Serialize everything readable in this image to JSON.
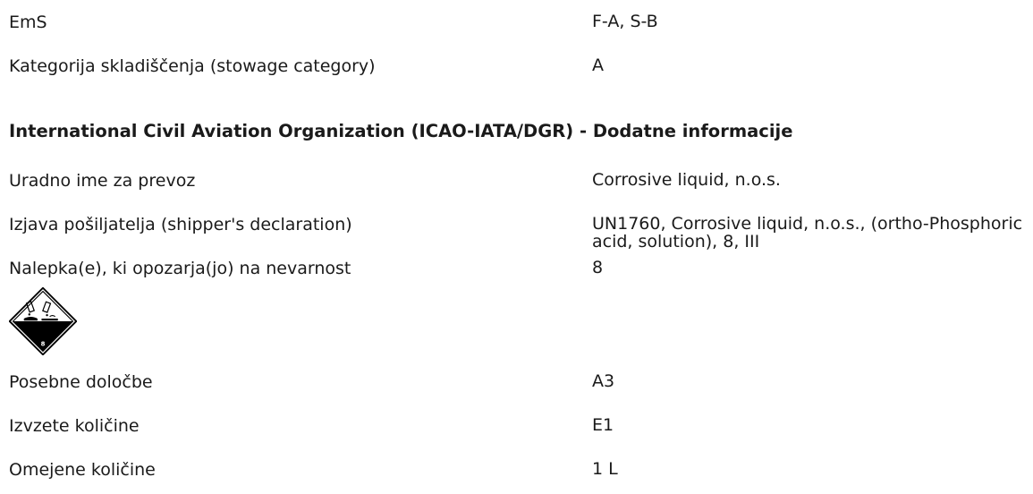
{
  "sea": {
    "ems": {
      "label": "EmS",
      "value": "F-A, S-B"
    },
    "stowage": {
      "label": "Kategorija skladiščenja (stowage category)",
      "value": "A"
    }
  },
  "air": {
    "heading": "International Civil Aviation Organization (ICAO-IATA/DGR) - Dodatne informacije",
    "shipping_name": {
      "label": "Uradno ime za prevoz",
      "value": "Corrosive liquid, n.o.s."
    },
    "shipper_declaration": {
      "label": "Izjava pošiljatelja (shipper's declaration)",
      "value": "UN1760, Corrosive liquid, n.o.s., (ortho-Phosphoric acid, solution), 8, III"
    },
    "hazard_labels": {
      "label": "Nalepka(e), ki opozarja(jo) na nevarnost",
      "value": "8"
    },
    "pictogram": {
      "icon": "corrosive-class-8-diamond-icon",
      "number": "8"
    },
    "special_provisions": {
      "label": "Posebne določbe",
      "value": "A3"
    },
    "excepted_quantities": {
      "label": "Izvzete količine",
      "value": "E1"
    },
    "limited_quantities": {
      "label": "Omejene količine",
      "value": "1 L"
    }
  }
}
